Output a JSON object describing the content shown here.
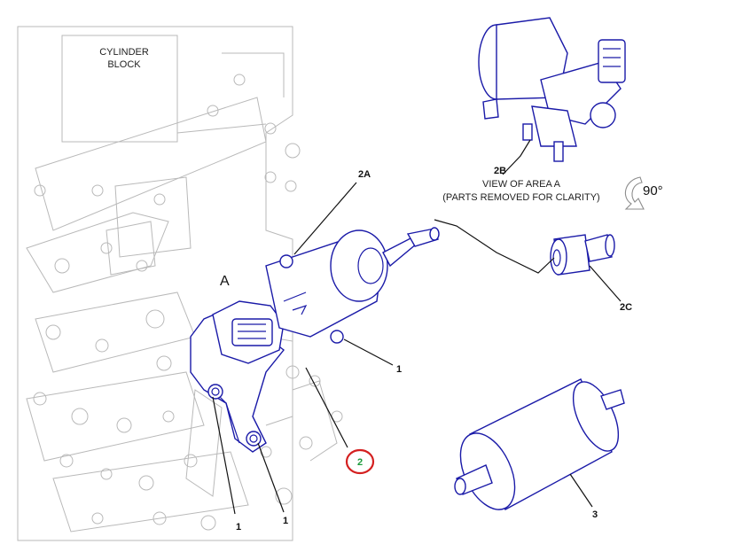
{
  "labels": {
    "cylinder_block_line1": "CYLINDER",
    "cylinder_block_line2": "BLOCK",
    "area_a": "A",
    "view_line1": "VIEW OF AREA A",
    "view_line2": "(PARTS REMOVED FOR CLARITY)",
    "rotation": "90°"
  },
  "callouts": {
    "c2a": "2A",
    "c2b": "2B",
    "c2c": "2C",
    "c2": "2",
    "c1_right": "1",
    "c1_left": "1",
    "c1_bottom": "1",
    "c3": "3"
  },
  "colors": {
    "part_outline": "#1a1aa8",
    "highlight_circle": "#d42020",
    "highlight_text": "#1a9a3a"
  }
}
